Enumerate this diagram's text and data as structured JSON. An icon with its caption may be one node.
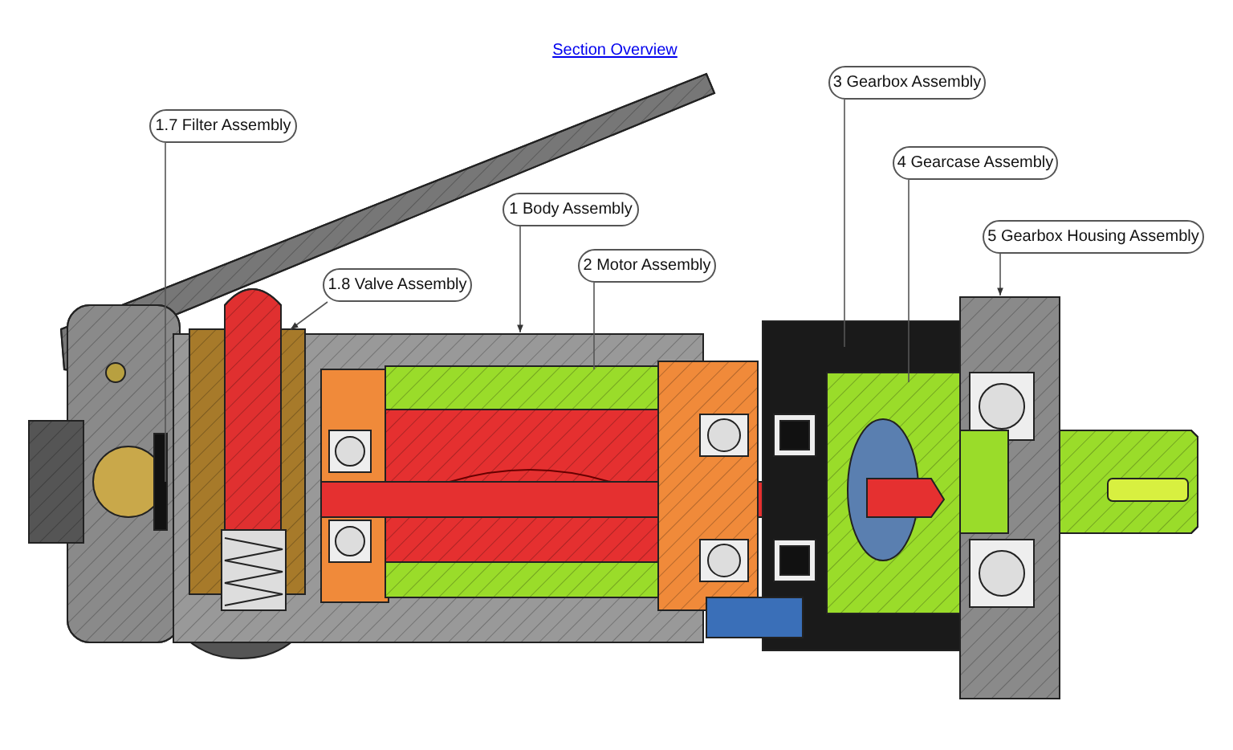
{
  "diagram": {
    "title": "Section Overview",
    "nodes": [
      {
        "text": [
          "1.7 Filter Assembly"
        ]
      },
      {
        "text": [
          "1.8 Valve Assembly"
        ]
      },
      {
        "text": [
          "1 Body Assembly"
        ]
      },
      {
        "text": [
          "2 Motor Assembly"
        ]
      },
      {
        "text": [
          "3 Gearbox Assembly"
        ]
      },
      {
        "text": [
          "4 Gearcase Assembly"
        ]
      },
      {
        "text": [
          "5 Gearbox Housing Assembly"
        ]
      }
    ],
    "edges": [
      {
        "from": 0,
        "to": null,
        "arrow": "none"
      },
      {
        "from": 1,
        "to": null,
        "arrow": "to"
      },
      {
        "from": 2,
        "to": null,
        "arrow": "to"
      },
      {
        "from": 3,
        "to": null,
        "arrow": "none"
      },
      {
        "from": 4,
        "to": null,
        "arrow": "none"
      },
      {
        "from": 5,
        "to": null,
        "arrow": "none"
      },
      {
        "from": 6,
        "to": null,
        "arrow": "to"
      }
    ]
  }
}
